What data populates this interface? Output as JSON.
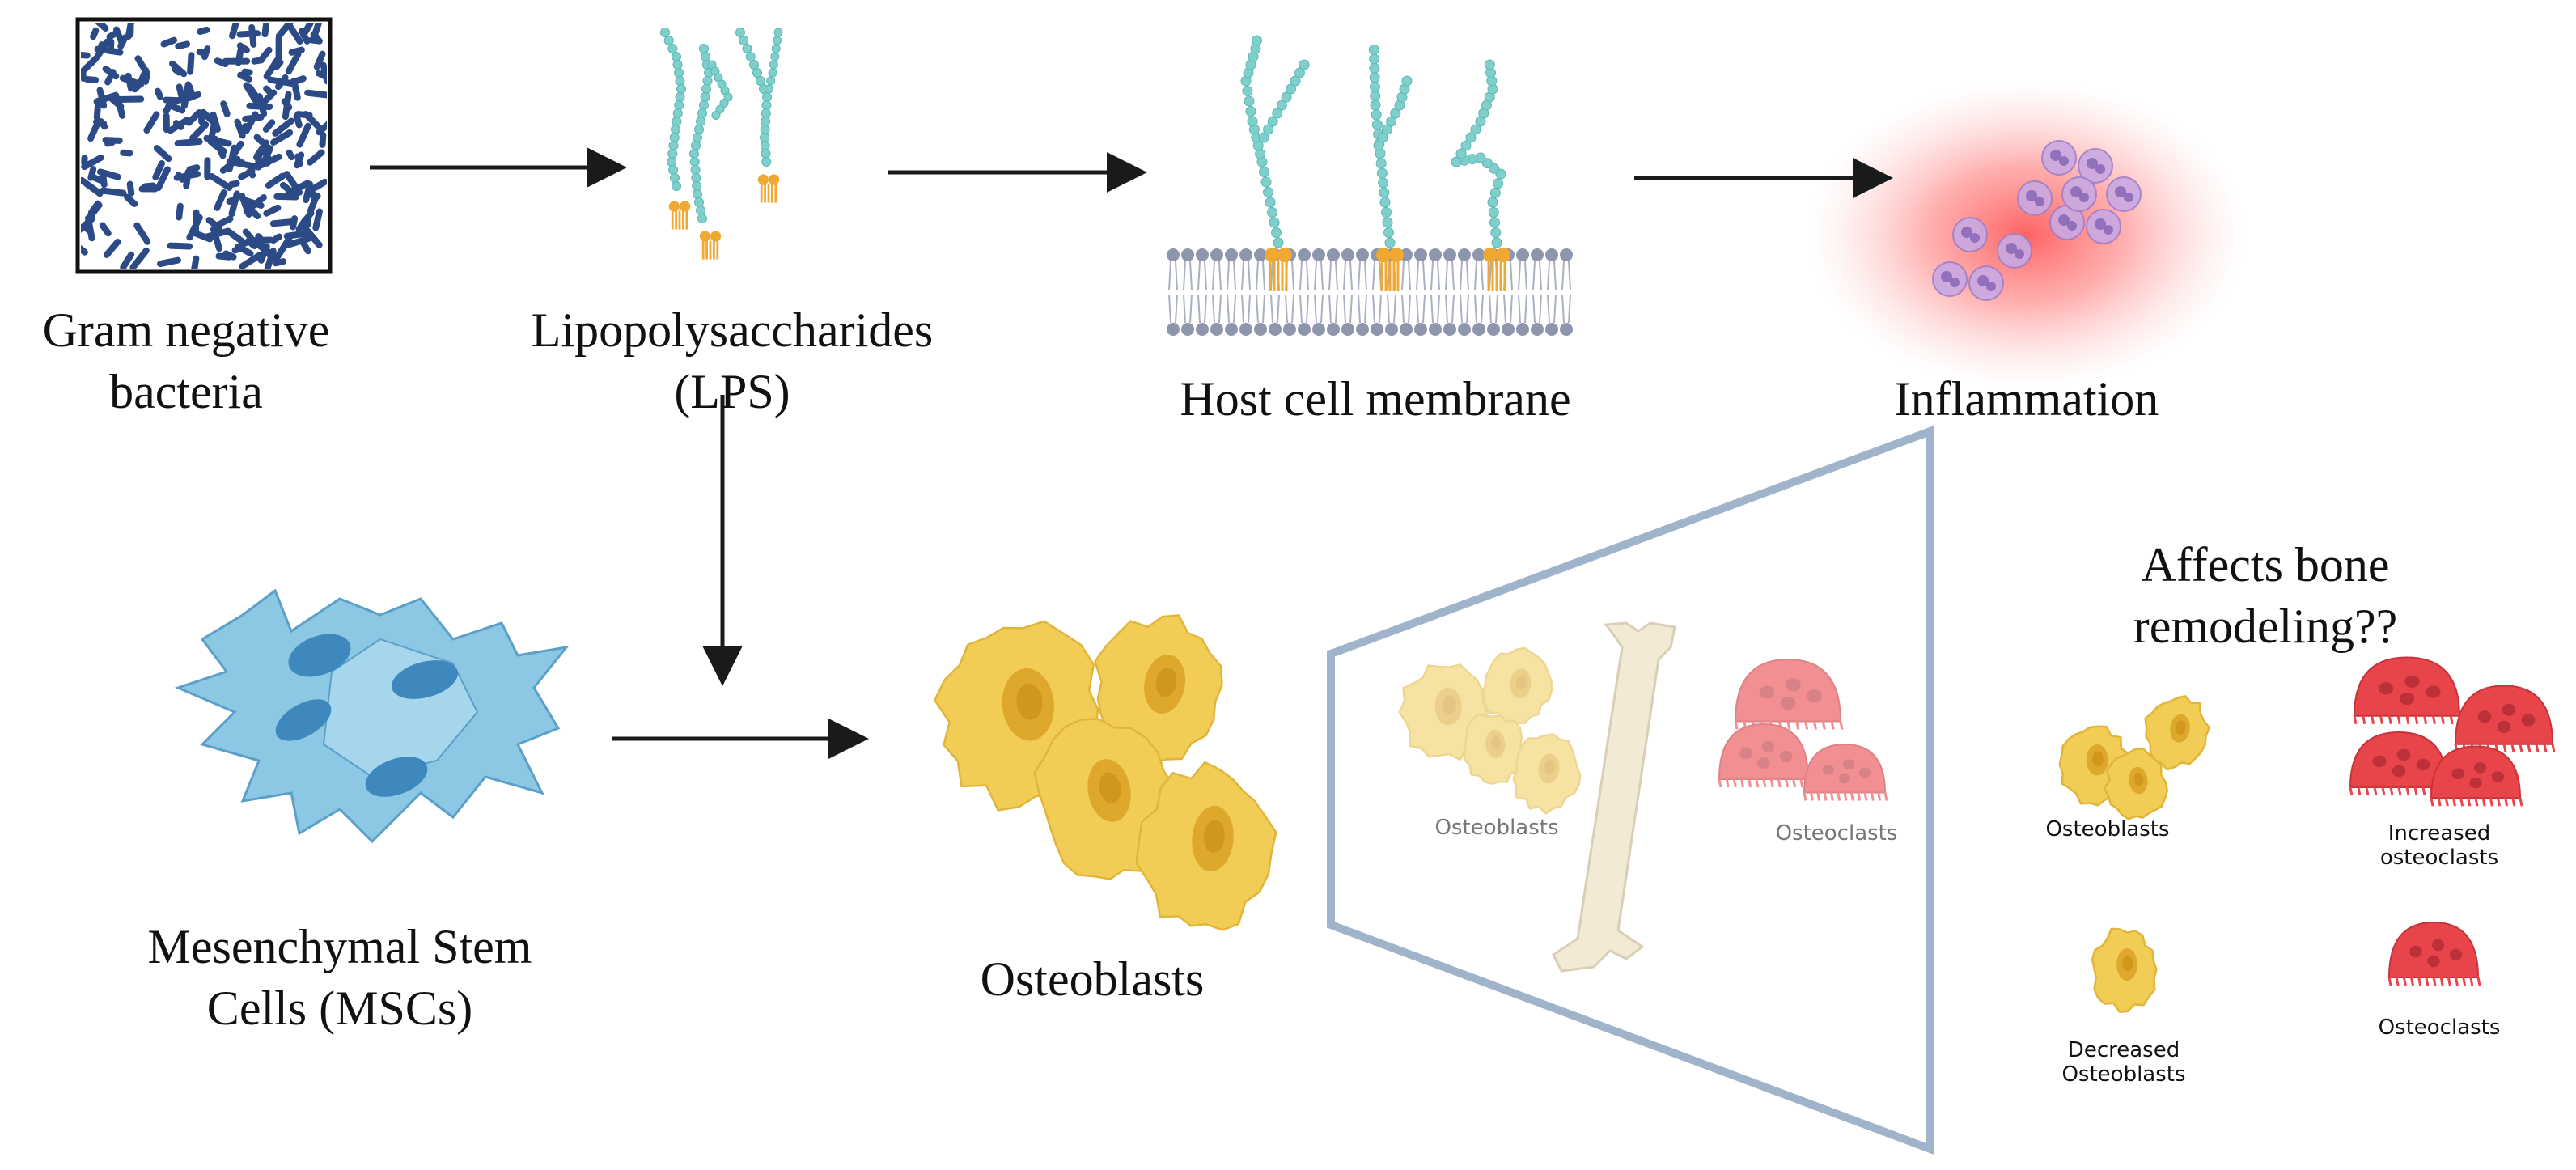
{
  "labels": {
    "gram_negative": [
      "Gram negative",
      "bacteria"
    ],
    "lps": [
      "Lipopolysaccharides",
      "(LPS)"
    ],
    "host_membrane": "Host cell membrane",
    "inflammation": "Inflammation",
    "mscs": [
      "Mesenchymal Stem",
      "Cells (MSCs)"
    ],
    "osteoblasts": "Osteoblasts",
    "question": [
      "Affects bone",
      "remodeling??"
    ],
    "zoom_osteoblasts": "Osteoblasts",
    "zoom_osteoclasts": "Osteoclasts",
    "outcome_osteoblasts": "Osteoblasts",
    "outcome_increased": [
      "Increased",
      "osteoclasts"
    ],
    "outcome_decreased": [
      "Decreased",
      "Osteoblasts"
    ],
    "outcome_osteoclasts": "Osteoclasts"
  },
  "colors": {
    "bacteria": "#2b4a86",
    "lps_chain": "#7fd0cc",
    "lipid_head": "#8e96ad",
    "lipid_a": "#f0a830",
    "inflammation": "#ff6b6b",
    "immune_cell": "#b79ad8",
    "msc": "#8cc7e3",
    "msc_nucleus": "#3f88be",
    "osteoblast": "#f2cd55",
    "osteoblast_nucleus": "#d79f22",
    "osteoclast": "#e8454b",
    "bone": "#f3ead6",
    "zoom_frame": "#9fb4ca",
    "arrow": "#1a1a1a"
  },
  "icons": [
    "bacteria-icon",
    "lps-icon",
    "membrane-icon",
    "inflammation-icon",
    "msc-icon",
    "osteoblast-cluster-icon",
    "bone-icon",
    "osteoclast-icon"
  ]
}
